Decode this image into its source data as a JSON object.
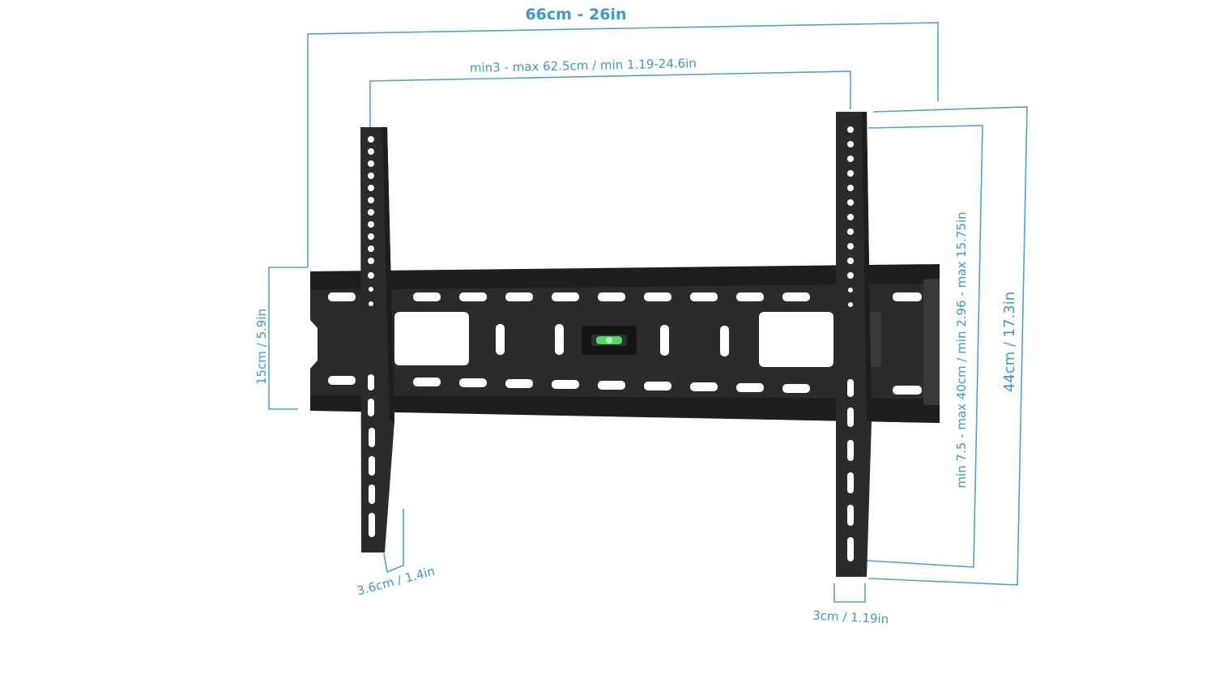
{
  "dimensions": {
    "total_width": "66cm - 26in",
    "arm_spacing": "min3 - max 62.5cm / min 1.19-24.6in",
    "plate_height": "15cm / 5.9in",
    "arm_travel": "min 7.5 - max 40cm / min 2.96 - max 15.75in",
    "total_height": "44cm / 17.3in",
    "depth": "3.6cm / 1.4in",
    "arm_width": "3cm / 1.19in"
  },
  "colors": {
    "dimension_blue": "#4aa3dc",
    "steel": "#2b2b2b",
    "bubble_level": "#4cd964"
  },
  "icons": [
    "bubble-level-icon"
  ]
}
